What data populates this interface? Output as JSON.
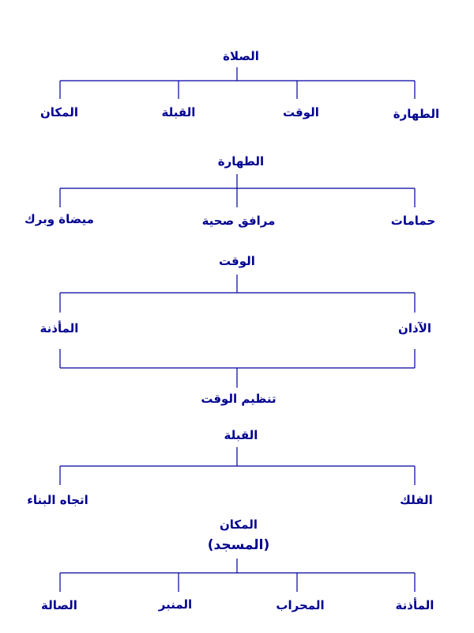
{
  "trees": [
    {
      "root": "الصلاة",
      "children": [
        "الطهارة",
        "الوقت",
        "القبلة",
        "المكان"
      ]
    },
    {
      "root": "الطهارة",
      "children": [
        "حمامات",
        "مرافق صحية",
        "ميضاة وبرك"
      ]
    },
    {
      "root": "الوقت",
      "children": [
        "الآذان",
        "المأذنة"
      ],
      "result": "تنظيم الوقت"
    },
    {
      "root": "القبلة",
      "children": [
        "الفلك",
        "اتجاه البناء"
      ]
    },
    {
      "root": "المكان",
      "root_sub": "(المسجد)",
      "children": [
        "المأذنة",
        "المحراب",
        "المنبر",
        "الصالة"
      ]
    }
  ],
  "colors": {
    "text": "#000090",
    "lines": "#0000a0"
  }
}
